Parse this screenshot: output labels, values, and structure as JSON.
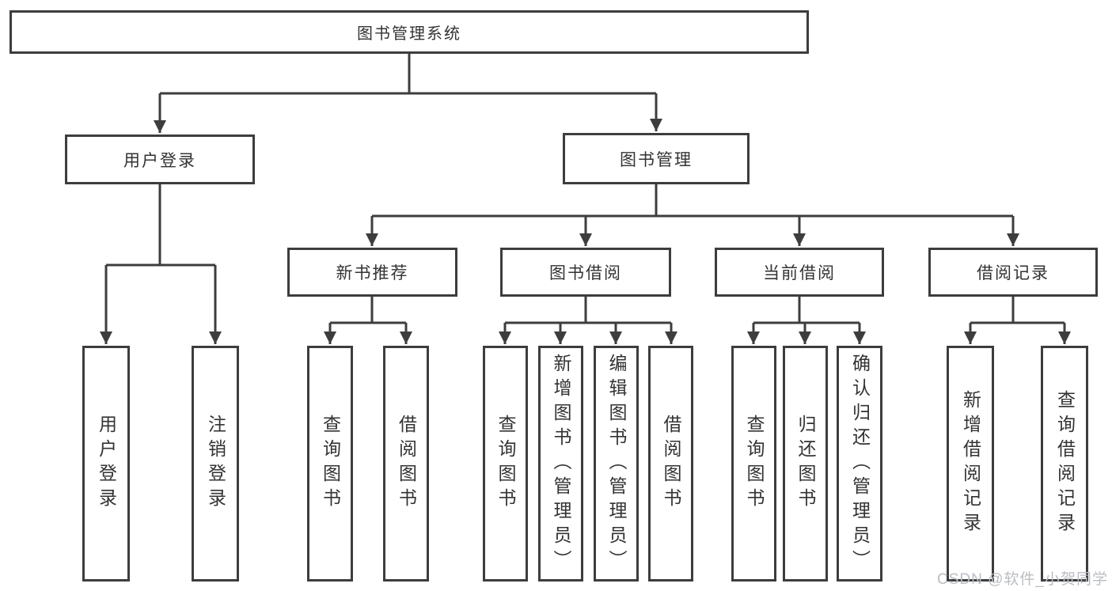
{
  "diagram": {
    "title": "图书管理系统",
    "root": {
      "label": "图书管理系统"
    },
    "level2": [
      {
        "label": "用户登录"
      },
      {
        "label": "图书管理"
      }
    ],
    "level3": [
      {
        "label": "新书推荐",
        "parent": "图书管理"
      },
      {
        "label": "图书借阅",
        "parent": "图书管理"
      },
      {
        "label": "当前借阅",
        "parent": "图书管理"
      },
      {
        "label": "借阅记录",
        "parent": "图书管理"
      }
    ],
    "level4": [
      {
        "label": "用户登录",
        "parent": "用户登录"
      },
      {
        "label": "注销登录",
        "parent": "用户登录"
      },
      {
        "label": "查询图书",
        "parent": "新书推荐"
      },
      {
        "label": "借阅图书",
        "parent": "新书推荐"
      },
      {
        "label": "查询图书",
        "parent": "图书借阅"
      },
      {
        "label": "新增图书（管理员）",
        "parent": "图书借阅"
      },
      {
        "label": "编辑图书（管理员）",
        "parent": "图书借阅"
      },
      {
        "label": "借阅图书",
        "parent": "图书借阅"
      },
      {
        "label": "查询图书",
        "parent": "当前借阅"
      },
      {
        "label": "归还图书",
        "parent": "当前借阅"
      },
      {
        "label": "确认归还（管理员）",
        "parent": "当前借阅"
      },
      {
        "label": "新增借阅记录",
        "parent": "借阅记录"
      },
      {
        "label": "查询借阅记录",
        "parent": "借阅记录"
      }
    ],
    "watermark": "CSDN @软件_小贺同学",
    "colors": {
      "line": "#3d3d3d",
      "box_border": "#3d3d3d",
      "text": "#333333",
      "watermark": "#b9bdc2",
      "background": "#ffffff"
    }
  }
}
